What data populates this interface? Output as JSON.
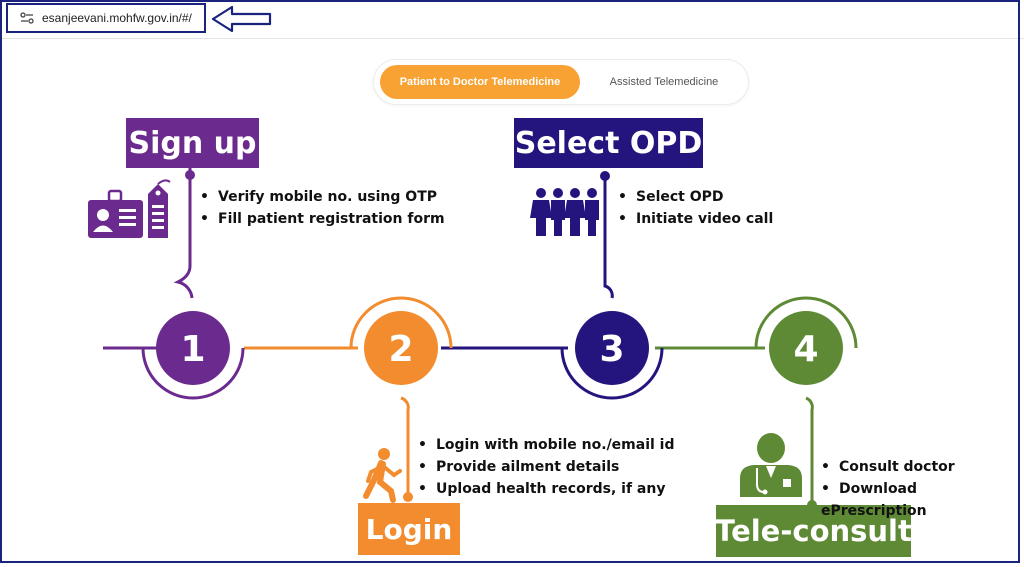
{
  "browser": {
    "url": "esanjeevani.mohfw.gov.in/#/"
  },
  "tabs": {
    "active": "Patient to Doctor Telemedicine",
    "inactive": "Assisted Telemedicine"
  },
  "steps": [
    {
      "number": "1",
      "title": "Sign up",
      "color": "#6b2a8e",
      "icon": "id-card-icon",
      "bullets": [
        "Verify mobile no. using OTP",
        "Fill patient registration form"
      ]
    },
    {
      "number": "2",
      "title": "Login",
      "color": "#f28c2e",
      "icon": "walking-person-icon",
      "bullets": [
        "Login with mobile no./email id",
        "Provide ailment details",
        "Upload health records, if any"
      ]
    },
    {
      "number": "3",
      "title": "Select OPD",
      "color": "#23157d",
      "icon": "people-group-icon",
      "bullets": [
        "Select OPD",
        "Initiate video call"
      ]
    },
    {
      "number": "4",
      "title": "Tele-consult",
      "color": "#5f8a35",
      "icon": "doctor-icon",
      "bullets": [
        "Consult doctor",
        "Download ePrescription"
      ]
    }
  ]
}
